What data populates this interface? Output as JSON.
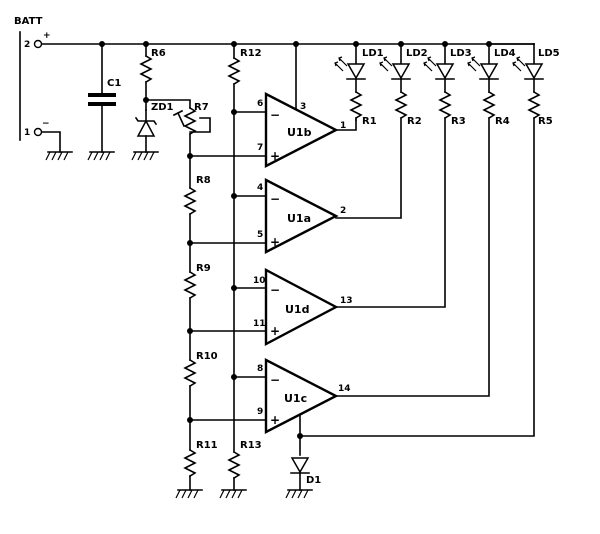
{
  "battery": {
    "label": "BATT",
    "pin_pos": "2",
    "pin_neg": "1",
    "sign_pos": "+",
    "sign_neg": "−"
  },
  "components": {
    "c1": "C1",
    "r6": "R6",
    "zd1": "ZD1",
    "r7": "R7",
    "r8": "R8",
    "r9": "R9",
    "r10": "R10",
    "r11": "R11",
    "r12": "R12",
    "r13": "R13",
    "d1": "D1",
    "r1": "R1",
    "r2": "R2",
    "r3": "R3",
    "r4": "R4",
    "r5": "R5",
    "ld1": "LD1",
    "ld2": "LD2",
    "ld3": "LD3",
    "ld4": "LD4",
    "ld5": "LD5"
  },
  "opamps": [
    {
      "name": "U1b",
      "pin_minus": "6",
      "pin_plus": "7",
      "pin_out": "1",
      "pin_supply": "3"
    },
    {
      "name": "U1a",
      "pin_minus": "4",
      "pin_plus": "5",
      "pin_out": "2"
    },
    {
      "name": "U1d",
      "pin_minus": "10",
      "pin_plus": "11",
      "pin_out": "13"
    },
    {
      "name": "U1c",
      "pin_minus": "8",
      "pin_plus": "9",
      "pin_out": "14"
    }
  ],
  "signs": {
    "minus": "−",
    "plus": "+"
  }
}
